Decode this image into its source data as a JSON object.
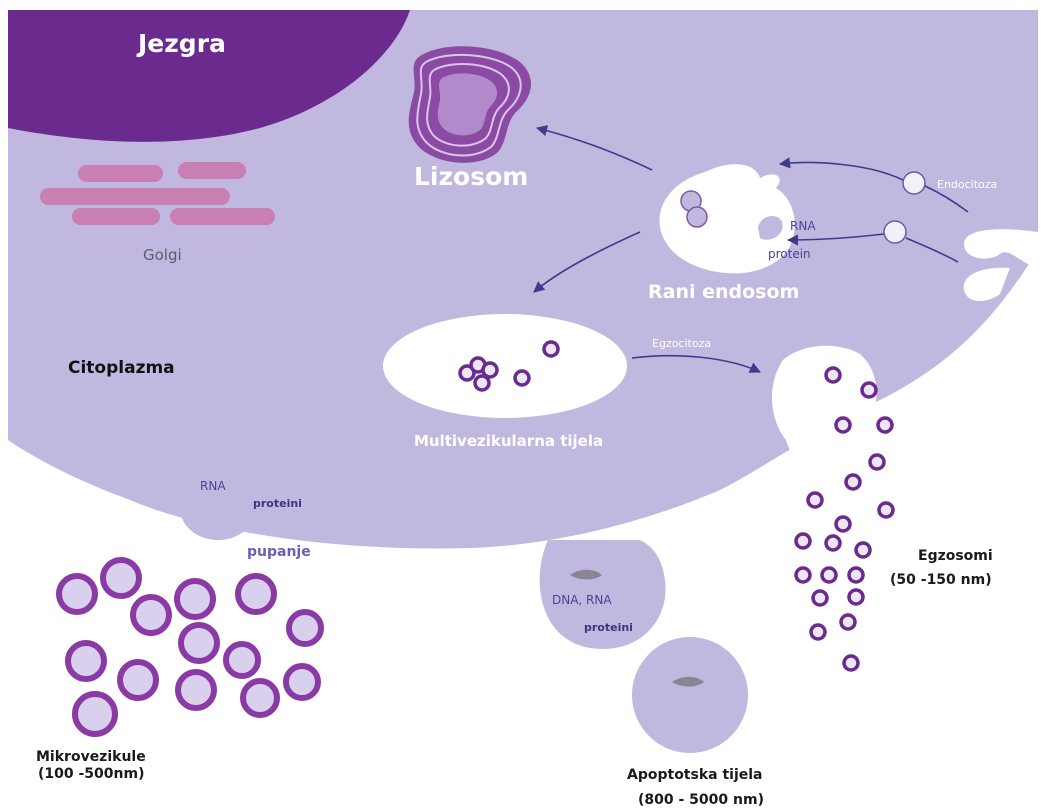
{
  "labels": {
    "nucleus": "Jezgra",
    "golgi": "Golgi",
    "cytoplasm": "Citoplazma",
    "lysosome": "Lizosom",
    "endocytosis": "Endocitoza",
    "early_endosome": "Rani endosom",
    "endosome_rna": "RNA",
    "endosome_protein": "protein",
    "exocytosis": "Egzocitoza",
    "multivesicular_bodies": "Multivezikularna tijela",
    "budding_rna": "RNA",
    "budding_proteins": "proteini",
    "budding": "pupanje",
    "microvesicles": "Mikrovezikule",
    "microvesicles_size": "(100 -500nm)",
    "apoptotic_dna_rna": "DNA, RNA",
    "apoptotic_proteins": "proteini",
    "apoptotic_bodies": "Apoptotska tijela",
    "apoptotic_size": "(800 - 5000 nm)",
    "exosomes": "Egzosomi",
    "exosomes_size": "(50 -150 nm)"
  },
  "colors": {
    "cytoplasm": "#c0b8df",
    "nucleus": "#6b2a8e",
    "golgi": "#c97fb2",
    "lysosome": "#8b4aa3",
    "vesicle_ring": "#6b2a8e",
    "arrow": "#3f3a8c"
  }
}
